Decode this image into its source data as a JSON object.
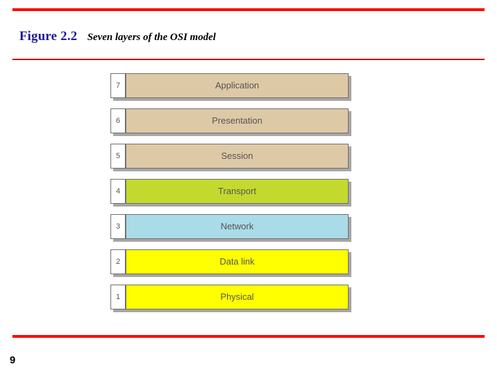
{
  "slide": {
    "figure_label": "Figure 2.2",
    "figure_caption": "Seven layers of the OSI model",
    "page_number": "9",
    "accent_rule_color": "#ff0000",
    "title_rule_color": "#c00000",
    "figure_label_color": "#1f1f8f"
  },
  "diagram": {
    "type": "layer-stack",
    "layers": [
      {
        "number": "7",
        "name": "Application",
        "color": "#dec9a6"
      },
      {
        "number": "6",
        "name": "Presentation",
        "color": "#dec9a6"
      },
      {
        "number": "5",
        "name": "Session",
        "color": "#dec9a6"
      },
      {
        "number": "4",
        "name": "Transport",
        "color": "#c4d92e"
      },
      {
        "number": "3",
        "name": "Network",
        "color": "#aadbe8"
      },
      {
        "number": "2",
        "name": "Data link",
        "color": "#ffff00"
      },
      {
        "number": "1",
        "name": "Physical",
        "color": "#ffff00"
      }
    ]
  }
}
